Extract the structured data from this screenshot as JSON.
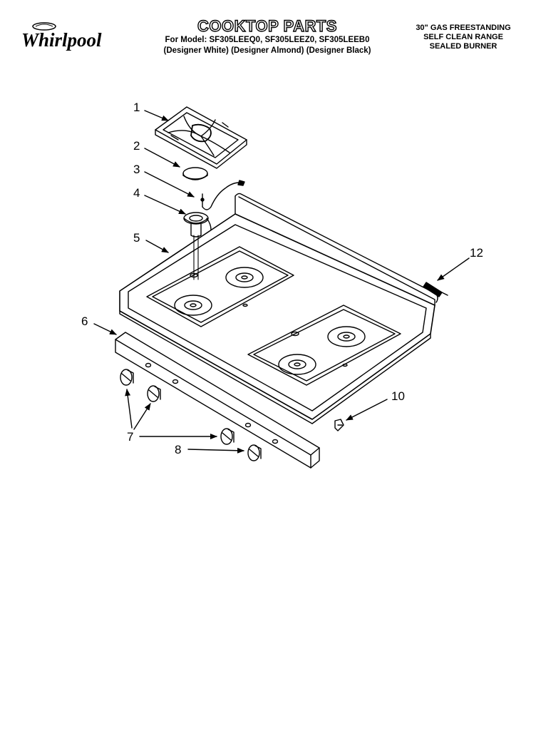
{
  "brand": {
    "name": "Whirlpool"
  },
  "header": {
    "title": "COOKTOP PARTS",
    "models": "For Model: SF305LEEQ0, SF305LEEZ0, SF305LEEB0",
    "variants": "(Designer White) (Designer Almond) (Designer Black)",
    "product_lines": [
      "30\" GAS FREESTANDING",
      "SELF CLEAN RANGE",
      "SEALED BURNER"
    ]
  },
  "callouts": [
    {
      "id": "c1",
      "label": "1"
    },
    {
      "id": "c2",
      "label": "2"
    },
    {
      "id": "c3",
      "label": "3"
    },
    {
      "id": "c4",
      "label": "4"
    },
    {
      "id": "c5",
      "label": "5"
    },
    {
      "id": "c6",
      "label": "6"
    },
    {
      "id": "c7",
      "label": "7"
    },
    {
      "id": "c8",
      "label": "8"
    },
    {
      "id": "c10",
      "label": "10"
    },
    {
      "id": "c12",
      "label": "12"
    }
  ],
  "colors": {
    "line": "#000000",
    "background": "#ffffff"
  }
}
